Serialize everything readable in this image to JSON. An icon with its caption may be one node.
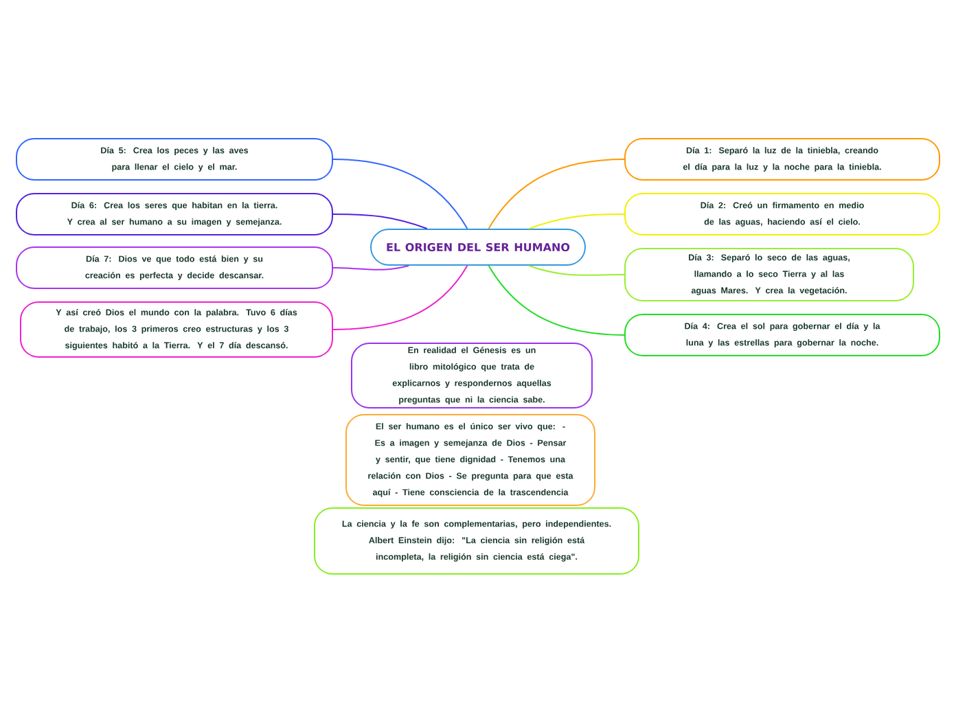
{
  "diagram": {
    "nodes": [
      {
        "text": [
          "EL ORIGEN DEL SER HUMANO"
        ]
      },
      {
        "text": [
          "Día 1: Separó la luz de la tiniebla, creando el día para la luz y la noche para la tiniebla."
        ]
      },
      {
        "text": [
          "Día 2: Creó un firmamento en medio de las aguas, haciendo así el cielo."
        ]
      },
      {
        "text": [
          "Día 3: Separó lo seco de las aguas, llamando a lo seco Tierra y al las aguas Mares. Y crea la vegetación."
        ]
      },
      {
        "text": [
          "Día 4: Crea el sol para gobernar el día y la luna y las estrellas para gobernar la noche."
        ]
      },
      {
        "text": [
          "Día 5: Crea los peces y las aves para llenar el cielo y el mar."
        ]
      },
      {
        "text": [
          "Día 6: Crea los seres que habitan en la tierra. Y crea al ser humano a su imagen y semejanza."
        ]
      },
      {
        "text": [
          "Día 7: Dios ve que todo está bien y su creación es perfecta y decide descansar."
        ]
      },
      {
        "text": [
          "Y así creó Dios el mundo con la palabra. Tuvo 6 días de trabajo, los 3 primeros creo estructuras y los 3 siguientes habitó a la Tierra. Y el 7 día descansó."
        ]
      },
      {
        "text": [
          "En realidad el Génesis es un libro mitológico que trata de explicarnos y respondernos aquellas preguntas que ni la ciencia sabe."
        ]
      },
      {
        "text": [
          "El ser humano es el único ser vivo que: - Es a imagen y semejanza de Dios - Pensar y sentir, que tiene dignidad - Tenemos una relación con Dios - Se pregunta para que esta aquí - Tiene consciencia de la trascendencia"
        ]
      },
      {
        "text": [
          "La ciencia y la fe son complementarias, pero independientes. Albert Einstein dijo: \"La ciencia sin religión está incompleta, la religión sin ciencia está ciega\"."
        ]
      }
    ],
    "edges": [
      {
        "from": 0,
        "to": 1,
        "arrow": "none",
        "color": "#ff9900"
      },
      {
        "from": 0,
        "to": 2,
        "arrow": "none",
        "color": "#f0f000"
      },
      {
        "from": 0,
        "to": 3,
        "arrow": "none",
        "color": "#99ee33"
      },
      {
        "from": 0,
        "to": 4,
        "arrow": "none",
        "color": "#22dd22"
      },
      {
        "from": 0,
        "to": 5,
        "arrow": "none",
        "color": "#3366ff"
      },
      {
        "from": 0,
        "to": 6,
        "arrow": "none",
        "color": "#5522dd"
      },
      {
        "from": 0,
        "to": 7,
        "arrow": "none",
        "color": "#aa33ee"
      },
      {
        "from": 0,
        "to": 8,
        "arrow": "none",
        "color": "#ee22cc"
      }
    ]
  }
}
